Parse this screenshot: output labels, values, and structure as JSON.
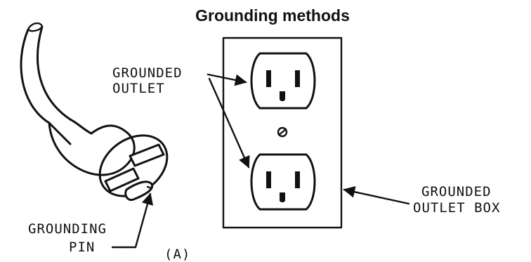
{
  "diagram": {
    "title": "Grounding methods",
    "labels": {
      "grounded_outlet_line1": "GROUNDED",
      "grounded_outlet_line2": "OUTLET",
      "grounded_outlet_box_line1": "GROUNDED",
      "grounded_outlet_box_line2": "OUTLET BOX",
      "grounding_pin_line1": "GROUNDING",
      "grounding_pin_line2": "PIN",
      "figure_tag": "(A)"
    }
  }
}
